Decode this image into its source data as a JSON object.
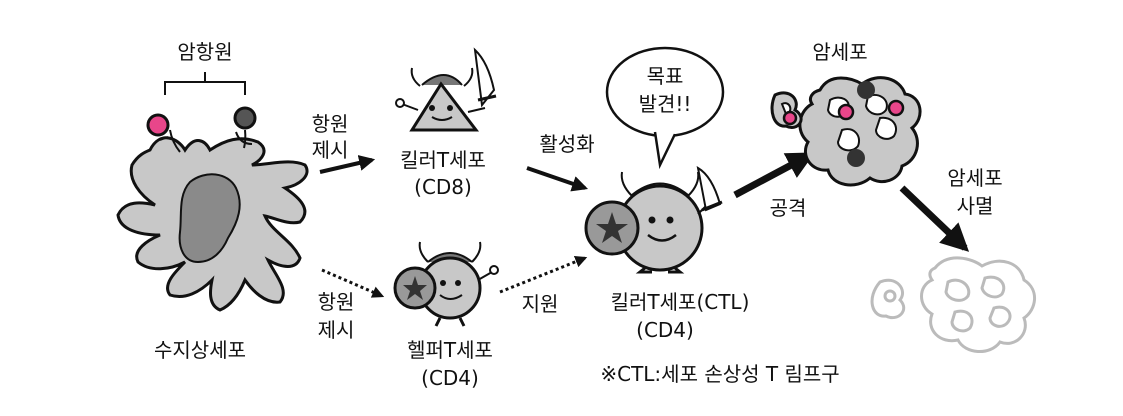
{
  "labels": {
    "antigen": "암항원",
    "dendritic_cell": "수지상세포",
    "present_top_1": "항원",
    "present_top_2": "제시",
    "present_bottom_1": "항원",
    "present_bottom_2": "제시",
    "killer_cd8_1": "킬러T세포",
    "killer_cd8_2": "(CD8)",
    "helper_cd4_1": "헬퍼T세포",
    "helper_cd4_2": "(CD4)",
    "activation": "활성화",
    "support": "지원",
    "ctl_1": "킬러T세포(CTL)",
    "ctl_2": "(CD4)",
    "speech_1": "목표",
    "speech_2": "발견!!",
    "cancer_cell": "암세포",
    "attack": "공격",
    "death_1": "암세포",
    "death_2": "사멸",
    "footnote": "※CTL:세포 손상성 T 림프구"
  },
  "colors": {
    "antigen_pink": "#e8468a",
    "antigen_dark": "#555555",
    "cell_gray": "#c8c8c8",
    "nucleus_gray": "#8a8a8a",
    "ink": "#111111"
  }
}
